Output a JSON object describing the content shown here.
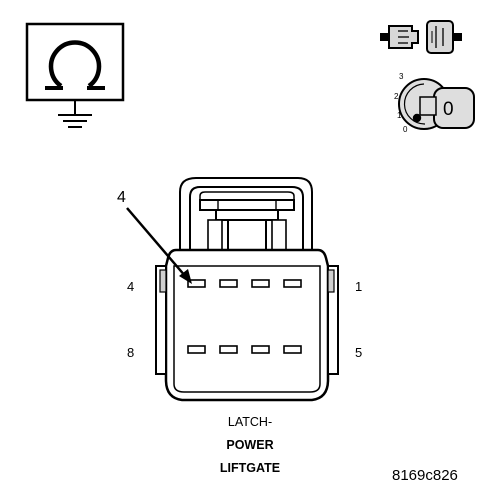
{
  "diagram": {
    "callout_label": "4",
    "pin_labels": {
      "top_left": "4",
      "top_right": "1",
      "bottom_left": "8",
      "bottom_right": "5"
    },
    "ignition_positions": [
      "3",
      "2",
      "1",
      "0"
    ],
    "key_label": "0",
    "caption_lines": [
      "LATCH-",
      "POWER",
      "LIFTGATE"
    ],
    "figure_id": "8169c826",
    "icons": [
      "ohmmeter-ground-icon",
      "connector-disconnect-icon",
      "ignition-key-off-icon"
    ]
  }
}
